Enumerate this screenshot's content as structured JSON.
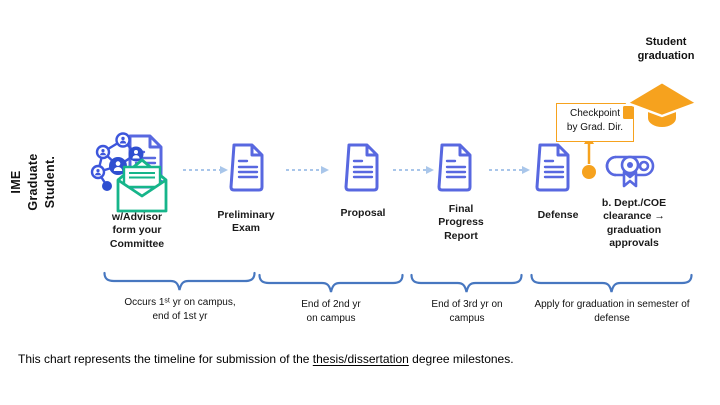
{
  "left_label": "IME\nGraduate\nStudent.",
  "milestones": [
    {
      "label": "w/Advisor\nform your\nCommittee",
      "icon": "committee-network-envelope-icon"
    },
    {
      "label": "Preliminary\nExam",
      "icon": "document-icon"
    },
    {
      "label": "Proposal",
      "icon": "document-icon"
    },
    {
      "label": "Final\nProgress\nReport",
      "icon": "document-icon"
    },
    {
      "label": "Defense",
      "icon": "document-icon"
    },
    {
      "label": "b. Dept./COE\nclearance →\ngraduation\napprovals",
      "icon": "diploma-scroll-icon"
    }
  ],
  "checkpoint": {
    "label": "Checkpoint\nby Grad. Dir."
  },
  "graduation": {
    "label": "Student\ngraduation",
    "icon": "graduation-cap-icon"
  },
  "phases": [
    {
      "label": "Occurs 1ˢᵗ yr on campus,\nend of 1st yr"
    },
    {
      "label": "End of 2nd yr\non campus"
    },
    {
      "label": "End of 3rd yr on\ncampus"
    },
    {
      "label": "Apply for graduation in semester of\ndefense"
    }
  ],
  "caption": {
    "prefix": "This chart represents the timeline for submission of the ",
    "underlined": "thesis/dissertation",
    "suffix": " degree milestones."
  },
  "colors": {
    "icon_blue": "#5868E0",
    "node_blue_dark": "#2F4FD0",
    "envelope_green": "#16B58A",
    "arrow_light_blue": "#A9C6EA",
    "brace_blue": "#4777C0",
    "accent_orange": "#F6A21E",
    "text": "#111111"
  }
}
